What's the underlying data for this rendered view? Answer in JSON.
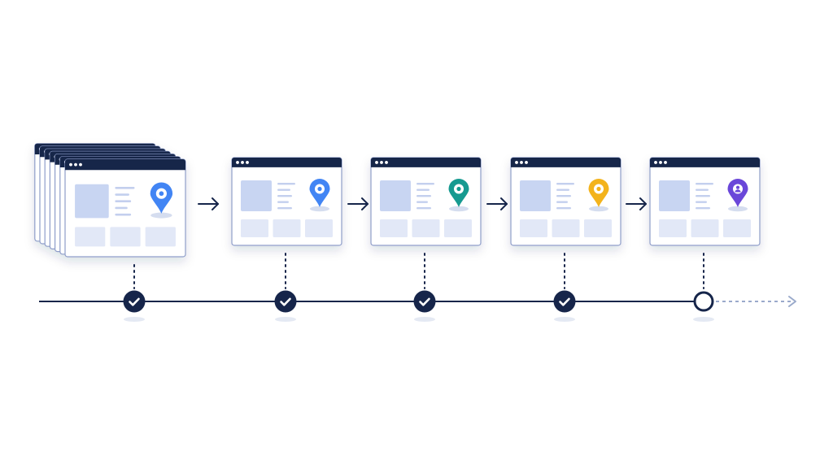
{
  "colors": {
    "navy": "#16254a",
    "window_border": "#8e9dc9",
    "window_fill": "#ffffff",
    "placeholder_image": "#c8d5f2",
    "placeholder_line": "#c3cfee",
    "placeholder_block": "#e2e8f7",
    "pin_shadow": "#d5ddef",
    "future_arrow": "#9aaacb",
    "marker_shadow": "#e4e9f3"
  },
  "stages": [
    {
      "stacked": true,
      "pin_icon": "location-pin-icon",
      "pin_color": "#4285f4",
      "status": "complete",
      "status_icon": "check-icon"
    },
    {
      "stacked": false,
      "pin_icon": "location-pin-icon",
      "pin_color": "#4285f4",
      "status": "complete",
      "status_icon": "check-icon"
    },
    {
      "stacked": false,
      "pin_icon": "location-pin-icon",
      "pin_color": "#199a90",
      "status": "complete",
      "status_icon": "check-icon"
    },
    {
      "stacked": false,
      "pin_icon": "location-pin-icon",
      "pin_color": "#f3b31b",
      "status": "complete",
      "status_icon": "check-icon"
    },
    {
      "stacked": false,
      "pin_icon": "person-pin-icon",
      "pin_color": "#6a46d9",
      "status": "pending",
      "status_icon": "empty-circle-icon"
    }
  ],
  "connectors": [
    "arrow-right-icon",
    "arrow-right-icon",
    "arrow-right-icon",
    "arrow-right-icon"
  ],
  "timeline": {
    "future": "dashed-arrow"
  }
}
